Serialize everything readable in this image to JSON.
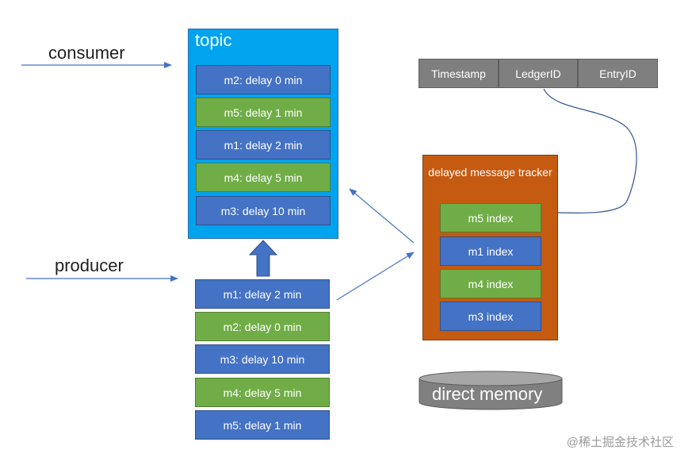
{
  "labels": {
    "consumer": "consumer",
    "producer": "producer",
    "topic": "topic",
    "tracker": "delayed message tracker",
    "direct_memory": "direct memory",
    "watermark": "@稀土掘金技术社区"
  },
  "topic_messages": [
    {
      "text": "m2: delay 0 min",
      "color": "blue"
    },
    {
      "text": "m5: delay 1 min",
      "color": "green"
    },
    {
      "text": "m1: delay 2 min",
      "color": "blue"
    },
    {
      "text": "m4: delay 5 min",
      "color": "green"
    },
    {
      "text": "m3: delay 10 min",
      "color": "blue"
    }
  ],
  "producer_messages": [
    {
      "text": "m1: delay 2 min",
      "color": "blue"
    },
    {
      "text": "m2: delay 0 min",
      "color": "green"
    },
    {
      "text": "m3: delay 10 min",
      "color": "blue"
    },
    {
      "text": "m4: delay 5 min",
      "color": "green"
    },
    {
      "text": "m5: delay 1 min",
      "color": "blue"
    }
  ],
  "tracker_indexes": [
    {
      "text": "m5 index",
      "color": "green"
    },
    {
      "text": "m1 index",
      "color": "blue"
    },
    {
      "text": "m4 index",
      "color": "green"
    },
    {
      "text": "m3 index",
      "color": "blue"
    }
  ],
  "index_fields": [
    "Timestamp",
    "LedgerID",
    "EntryID"
  ],
  "colors": {
    "topic": "#00a3ee",
    "blue": "#4472c4",
    "green": "#70ad47",
    "tracker": "#c55a11",
    "field": "#7f7f7f",
    "memory": "#808080",
    "arrow": "#4472c4"
  }
}
